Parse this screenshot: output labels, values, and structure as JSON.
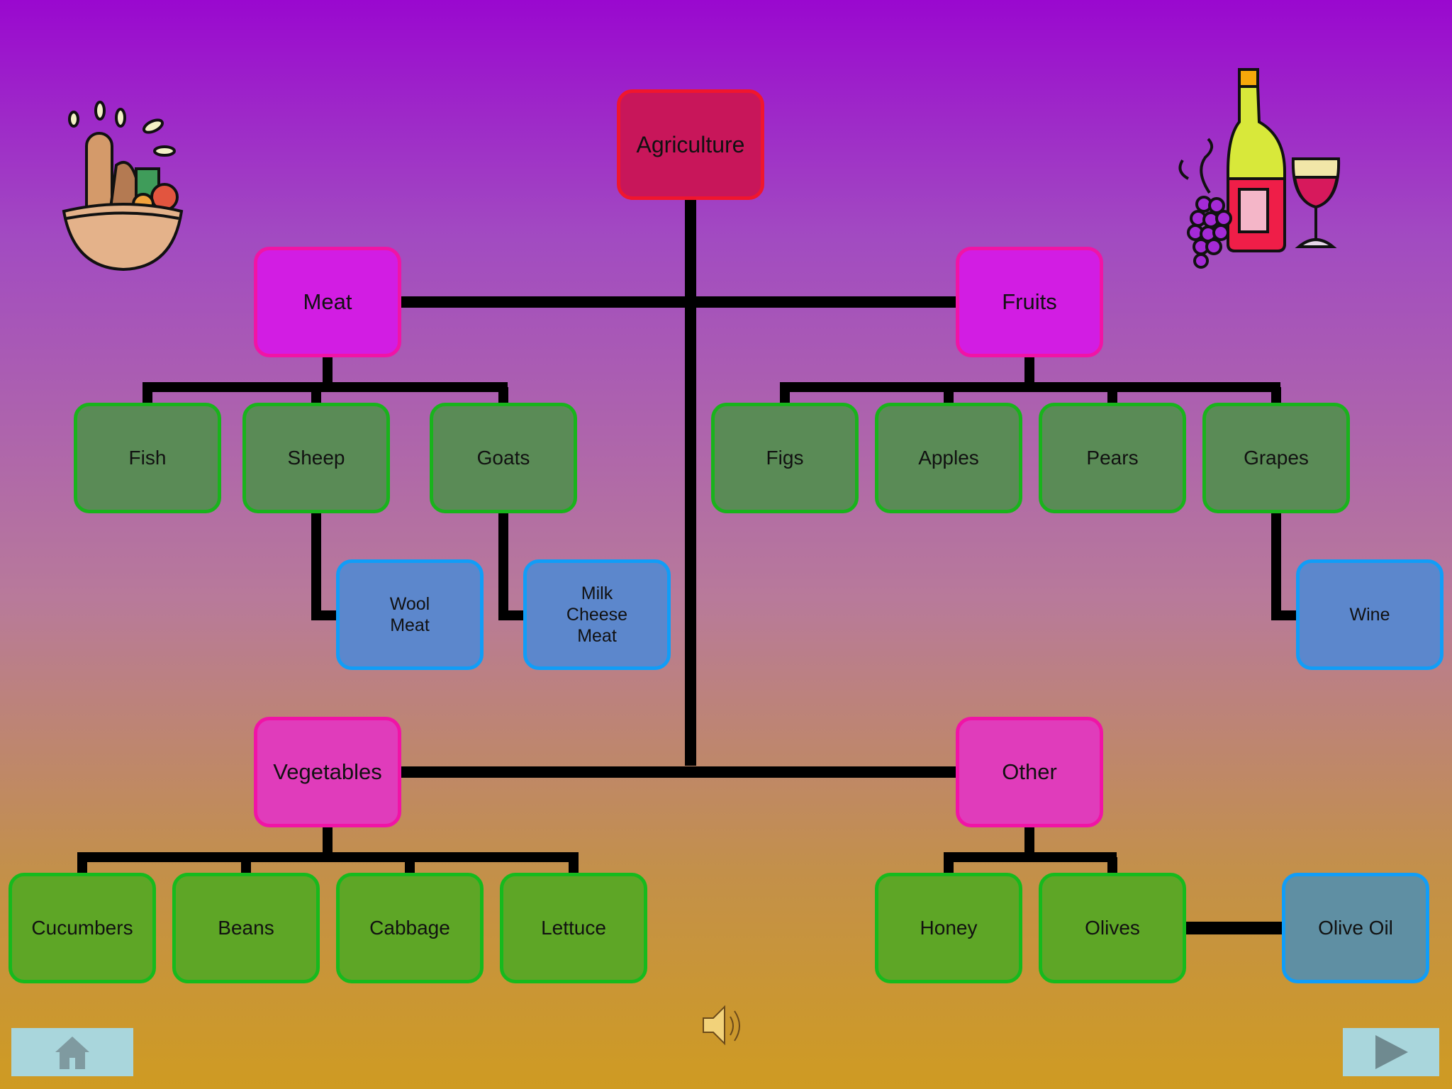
{
  "diagram": {
    "root": "Agriculture",
    "categories": {
      "meat": "Meat",
      "fruits": "Fruits",
      "vegetables": "Vegetables",
      "other": "Other"
    },
    "meat_items": [
      "Fish",
      "Sheep",
      "Goats"
    ],
    "fruit_items": [
      "Figs",
      "Apples",
      "Pears",
      "Grapes"
    ],
    "vegetable_items": [
      "Cucumbers",
      "Beans",
      "Cabbage",
      "Lettuce"
    ],
    "other_items": [
      "Honey",
      "Olives"
    ],
    "products": {
      "sheep": [
        "Wool",
        "Meat"
      ],
      "goats": [
        "Milk",
        "Cheese",
        "Meat"
      ],
      "grapes": "Wine",
      "olives": "Olive Oil"
    }
  },
  "icons": {
    "basket": "food-basket-icon",
    "wine": "wine-bottle-icon",
    "speaker": "speaker-icon",
    "home": "home-icon",
    "next": "next-arrow-icon"
  },
  "colors": {
    "root": "#c8165a",
    "category": "#d21de3",
    "item": "#5a8b56",
    "product": "#5c87cc",
    "connector": "#000000"
  }
}
